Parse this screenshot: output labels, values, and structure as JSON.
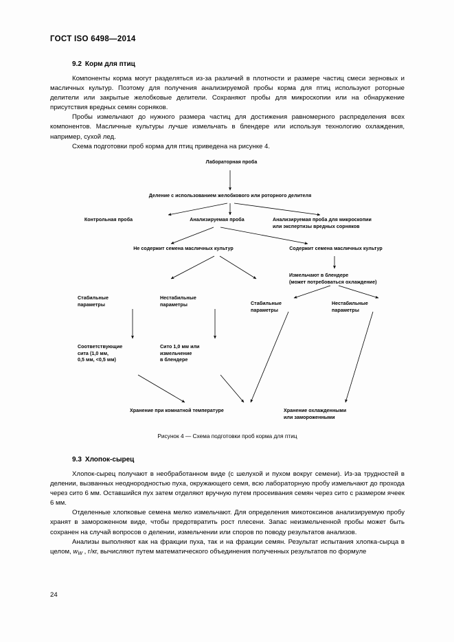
{
  "document": {
    "header": "ГОСТ ISO 6498—2014",
    "page_number": "24"
  },
  "section_92": {
    "number": "9.2",
    "title": "Корм для птиц",
    "paragraph_1": "Компоненты корма могут разделяться из-за различий в плотности и размере частиц смеси зерновых и масличных культур. Поэтому для получения анализируемой пробы корма для птиц используют роторные делители или закрытые желобковые делители. Сохраняют пробы для микроскопии или на обнаружение присутствия вредных семян сорняков.",
    "paragraph_2": "Пробы измельчают до нужного размера частиц для достижения равномерного распределения всех компонентов. Масличные культуры лучше измельчать в блендере или используя технологию охлаждения, например, сухой лед.",
    "paragraph_3": "Схема подготовки проб корма для птиц приведена на рисунке 4."
  },
  "figure": {
    "caption": "Рисунок 4 — Схема подготовки проб корма для птиц",
    "nodes": {
      "lab_sample": "Лабораторная проба",
      "division": "Деление с использованием желобкового или роторного делителя",
      "control_sample": "Контрольная проба",
      "analysis_sample": "Анализируемая проба",
      "microscopy_sample_line1": "Анализируемая проба для микроскопии",
      "microscopy_sample_line2": "или экспертизы вредных сорняков",
      "no_oilseeds": "Не содержит семена масличных культур",
      "has_oilseeds": "Содержит семена масличных культур",
      "blender_line1": "Измельчают в блендере",
      "blender_line2": "(может потребоваться охлаждение)",
      "stable_1_line1": "Стабильные",
      "stable_1_line2": "параметры",
      "unstable_1_line1": "Нестабильные",
      "unstable_1_line2": "параметры",
      "stable_2_line1": "Стабильные",
      "stable_2_line2": "параметры",
      "unstable_2_line1": "Нестабильные",
      "unstable_2_line2": "параметры",
      "sieves_line1": "Соответствующие",
      "sieves_line2": "сита (1,0 мм,",
      "sieves_line3": "0,5 мм, <0,5 мм)",
      "sieve10_line1": "Сито 1,0 мм или",
      "sieve10_line2": "измельчение",
      "sieve10_line3": "в блендере",
      "storage_room": "Хранение при комнатной температуре",
      "storage_cold_line1": "Хранение охлажденными",
      "storage_cold_line2": "или замороженными"
    }
  },
  "section_93": {
    "number": "9.3",
    "title": "Хлопок-сырец",
    "paragraph_1": "Хлопок-сырец получают в необработанном виде (с шелухой и пухом вокруг семени). Из-за трудностей в делении, вызванных неоднородностью пуха, окружающего семя, всю лабораторную пробу измельчают до прохода через сито 6 мм. Оставшийся пух затем отделяют вручную путем просеивания семян через сито с размером ячеек 6 мм.",
    "paragraph_2": "Отделенные хлопковые семена мелко измельчают. Для определения микотоксинов анализируемую пробу хранят в замороженном виде, чтобы предотвратить рост плесени. Запас неизмельченной пробы может быть сохранен на случай вопросов о делении, измельчении или споров по поводу результатов анализов.",
    "paragraph_3_part1": "Анализы выполняют как на фракции пуха, так и на фракции семян. Результат испытания хлопка-сырца в целом, ",
    "paragraph_3_var": "w",
    "paragraph_3_sub": "W",
    "paragraph_3_part2": " , г/кг, вычисляют путем математического объединения полученных результатов по формуле"
  }
}
